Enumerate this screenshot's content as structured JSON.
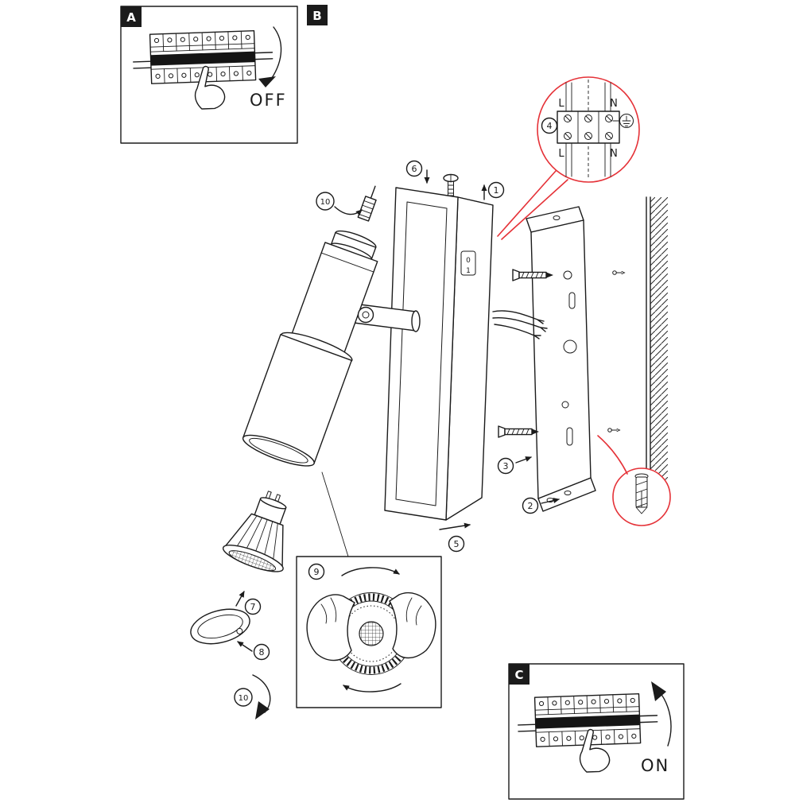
{
  "panels": {
    "a": {
      "label": "A",
      "caption": "OFF"
    },
    "b": {
      "label": "B"
    },
    "c": {
      "label": "C",
      "caption": "ON"
    }
  },
  "steps": {
    "s1": "1",
    "s2": "2",
    "s3": "3",
    "s4": "4",
    "s5": "5",
    "s6": "6",
    "s7": "7",
    "s8": "8",
    "s9": "9",
    "s10": "10"
  },
  "terminal_detail": {
    "top_left": "L",
    "top_right": "N",
    "bottom_left": "L",
    "bottom_right": "N"
  },
  "power_switch": {
    "off": "0",
    "on": "1"
  },
  "colors": {
    "line": "#1b1b1b",
    "highlight": "#e53238",
    "background": "#ffffff"
  }
}
